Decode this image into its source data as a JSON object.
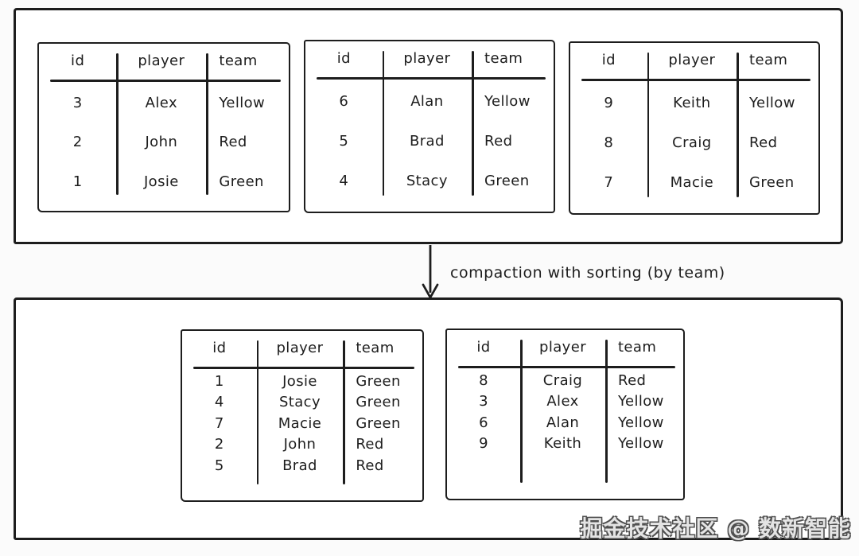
{
  "page": {
    "background": "#fbfbfb",
    "ink_color": "#1d1d1d",
    "paper_color": "#ffffff",
    "watermark_fill": "#e4e4e4",
    "watermark_outline": "#4f4f4f"
  },
  "arrow_label": "compaction with sorting (by team)",
  "watermark": "掘金技术社区 @ 数新智能",
  "columns": [
    "id",
    "player",
    "team"
  ],
  "top_tables": [
    {
      "rows": [
        [
          "3",
          "Alex",
          "Yellow"
        ],
        [
          "2",
          "John",
          "Red"
        ],
        [
          "1",
          "Josie",
          "Green"
        ]
      ]
    },
    {
      "rows": [
        [
          "6",
          "Alan",
          "Yellow"
        ],
        [
          "5",
          "Brad",
          "Red"
        ],
        [
          "4",
          "Stacy",
          "Green"
        ]
      ]
    },
    {
      "rows": [
        [
          "9",
          "Keith",
          "Yellow"
        ],
        [
          "8",
          "Craig",
          "Red"
        ],
        [
          "7",
          "Macie",
          "Green"
        ]
      ]
    }
  ],
  "bottom_tables": [
    {
      "rows": [
        [
          "1",
          "Josie",
          "Green"
        ],
        [
          "4",
          "Stacy",
          "Green"
        ],
        [
          "7",
          "Macie",
          "Green"
        ],
        [
          "2",
          "John",
          "Red"
        ],
        [
          "5",
          "Brad",
          "Red"
        ]
      ]
    },
    {
      "rows": [
        [
          "8",
          "Craig",
          "Red"
        ],
        [
          "3",
          "Alex",
          "Yellow"
        ],
        [
          "6",
          "Alan",
          "Yellow"
        ],
        [
          "9",
          "Keith",
          "Yellow"
        ]
      ]
    }
  ]
}
